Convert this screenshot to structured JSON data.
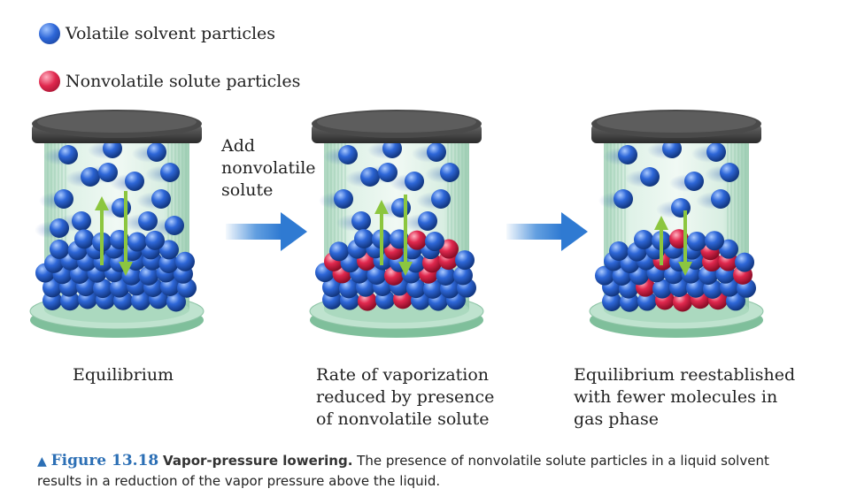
{
  "legend": [
    {
      "label": "Volatile solvent particles",
      "color": "#2e67d8",
      "icon": "blue-sphere-icon"
    },
    {
      "label": "Nonvolatile solute particles",
      "color": "#e0284e",
      "icon": "red-sphere-icon"
    }
  ],
  "step_label": "Add\nnonvolatile\nsolute",
  "panels": [
    {
      "label": "Equilibrium"
    },
    {
      "label": "Rate of vaporization\nreduced by presence\nof nonvolatile solute"
    },
    {
      "label": "Equilibrium reestablished\nwith fewer molecules in\ngas phase"
    }
  ],
  "caption": {
    "marker": "▲",
    "number": "Figure 13.18",
    "title": "Vapor-pressure lowering.",
    "text": "The presence of nonvolatile solute particles in a liquid solvent results in a reduction of the vapor pressure above the liquid."
  },
  "colors": {
    "solvent": "#2e67d8",
    "solute": "#e0284e",
    "arrow_green": "#8cc63f",
    "process_arrow": "#3a86d8",
    "glass": "#bfe3cf",
    "lid": "#3a3a3a",
    "caption_accent": "#2c6fb5"
  }
}
